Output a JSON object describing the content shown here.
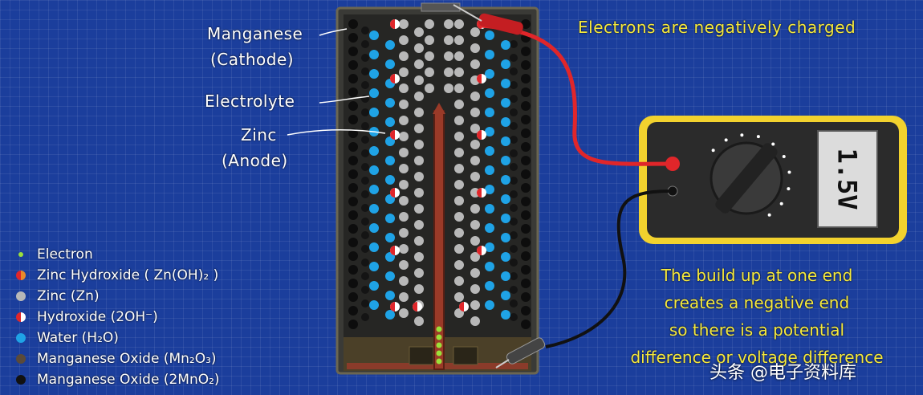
{
  "labels": {
    "manganese": "Manganese",
    "cathode": "(Cathode)",
    "electrolyte": "Electrolyte",
    "zinc": "Zinc",
    "anode": "(Anode)",
    "electrons_note": "Electrons are negatively charged"
  },
  "legend": [
    {
      "name": "electron",
      "label": "Electron",
      "color": "#9be03a"
    },
    {
      "name": "zinc-hydroxide",
      "label": "Zinc Hydroxide ( Zn(OH)₂ )",
      "color": "#e98a2b"
    },
    {
      "name": "zinc",
      "label": "Zinc (Zn)",
      "color": "#b8b8b8"
    },
    {
      "name": "hydroxide",
      "label": "Hydroxide (2OH⁻)",
      "color": "#e0262a"
    },
    {
      "name": "water",
      "label": "Water (H₂O)",
      "color": "#1fa3e6"
    },
    {
      "name": "manganese-oxide-mn2o3",
      "label": "Manganese Oxide (Mn₂O₃)",
      "color": "#5a4a3a"
    },
    {
      "name": "manganese-oxide-2mno2",
      "label": "Manganese Oxide (2MnO₂)",
      "color": "#111111"
    }
  ],
  "paragraph": [
    "The build up at one end",
    "creates a negative end",
    "so there is a potential",
    "difference or voltage difference"
  ],
  "multimeter": {
    "display": "1.5V"
  },
  "watermark": "头条 @电子资料库",
  "colors": {
    "background": "#1b3e9c",
    "yellow_text": "#f6e93c",
    "probe_red": "#e0262a",
    "meter_frame": "#f2d22e"
  }
}
